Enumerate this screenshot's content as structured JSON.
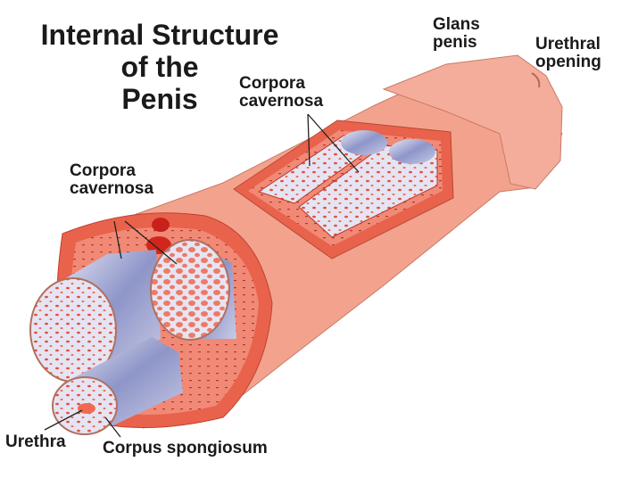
{
  "title": {
    "line1": "Internal Structure",
    "line2": "of the",
    "line3": "Penis"
  },
  "labels": {
    "glans": {
      "line1": "Glans",
      "line2": "penis"
    },
    "urethral_opening": {
      "line1": "Urethral",
      "line2": "opening"
    },
    "corpora_top": {
      "line1": "Corpora",
      "line2": "cavernosa"
    },
    "corpora_left": {
      "line1": "Corpora",
      "line2": "cavernosa"
    },
    "urethra": "Urethra",
    "corpus_spongiosum": "Corpus spongiosum"
  },
  "colors": {
    "skin": "#f3a38d",
    "glans": "#f5ad9b",
    "tunica": "#e9624b",
    "tissue": "#e4e4f2",
    "cylinder": "#8e95c8"
  }
}
